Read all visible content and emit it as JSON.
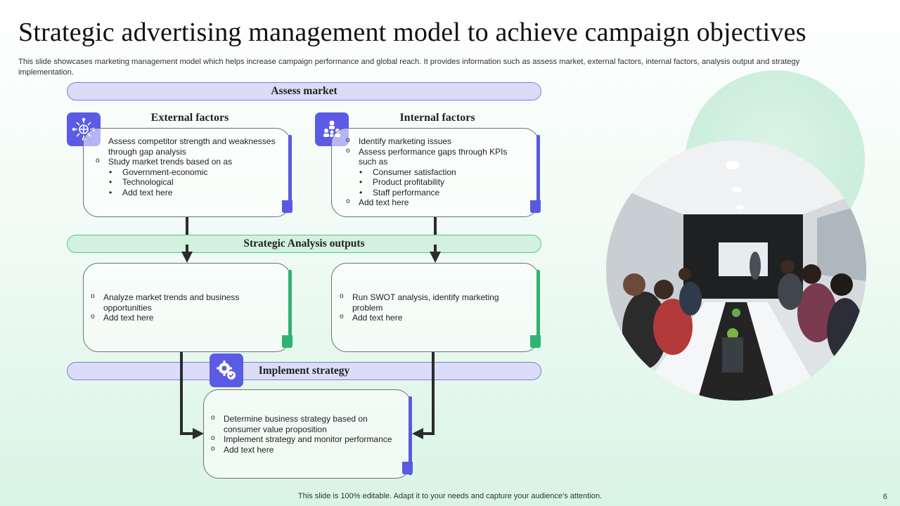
{
  "title": "Strategic advertising management model to achieve campaign objectives",
  "subtitle": "This slide showcases marketing management model which helps increase campaign performance and global reach. It provides information such as assess market, external factors, internal factors, analysis output and strategy implementation.",
  "bands": {
    "assess_market": "Assess market",
    "analysis_outputs": "Strategic Analysis outputs",
    "implement": "Implement strategy"
  },
  "external": {
    "heading": "External factors",
    "items": [
      "Assess competitor strength and weaknesses through gap analysis",
      "Study market trends  based on as",
      "Government-economic",
      "Technological",
      "Add text here"
    ]
  },
  "internal": {
    "heading": "Internal factors",
    "items": [
      "Identify marketing issues",
      "Assess performance gaps through KPIs such as",
      "Consumer satisfaction",
      "Product profitability",
      "Staff performance",
      "Add text here"
    ]
  },
  "analysis_left": {
    "items": [
      "Analyze market trends and business opportunities",
      "Add text here"
    ]
  },
  "analysis_right": {
    "items": [
      "Run SWOT analysis, identify marketing problem",
      "Add text here"
    ]
  },
  "implement_box": {
    "items": [
      "Determine business strategy based on consumer value proposition",
      "Implement strategy and monitor performance",
      "Add text here"
    ]
  },
  "icons": {
    "external": "network-globe-icon",
    "internal": "team-hierarchy-icon",
    "implement": "gear-check-icon"
  },
  "colors": {
    "accent_purple": "#5b5be6",
    "accent_green": "#2fb373",
    "band_purple_fill": "#dcdcf8",
    "band_green_fill": "#d2f1df"
  },
  "footer": "This slide is 100% editable. Adapt it to your needs and capture your audience’s attention.",
  "page_number": "6"
}
